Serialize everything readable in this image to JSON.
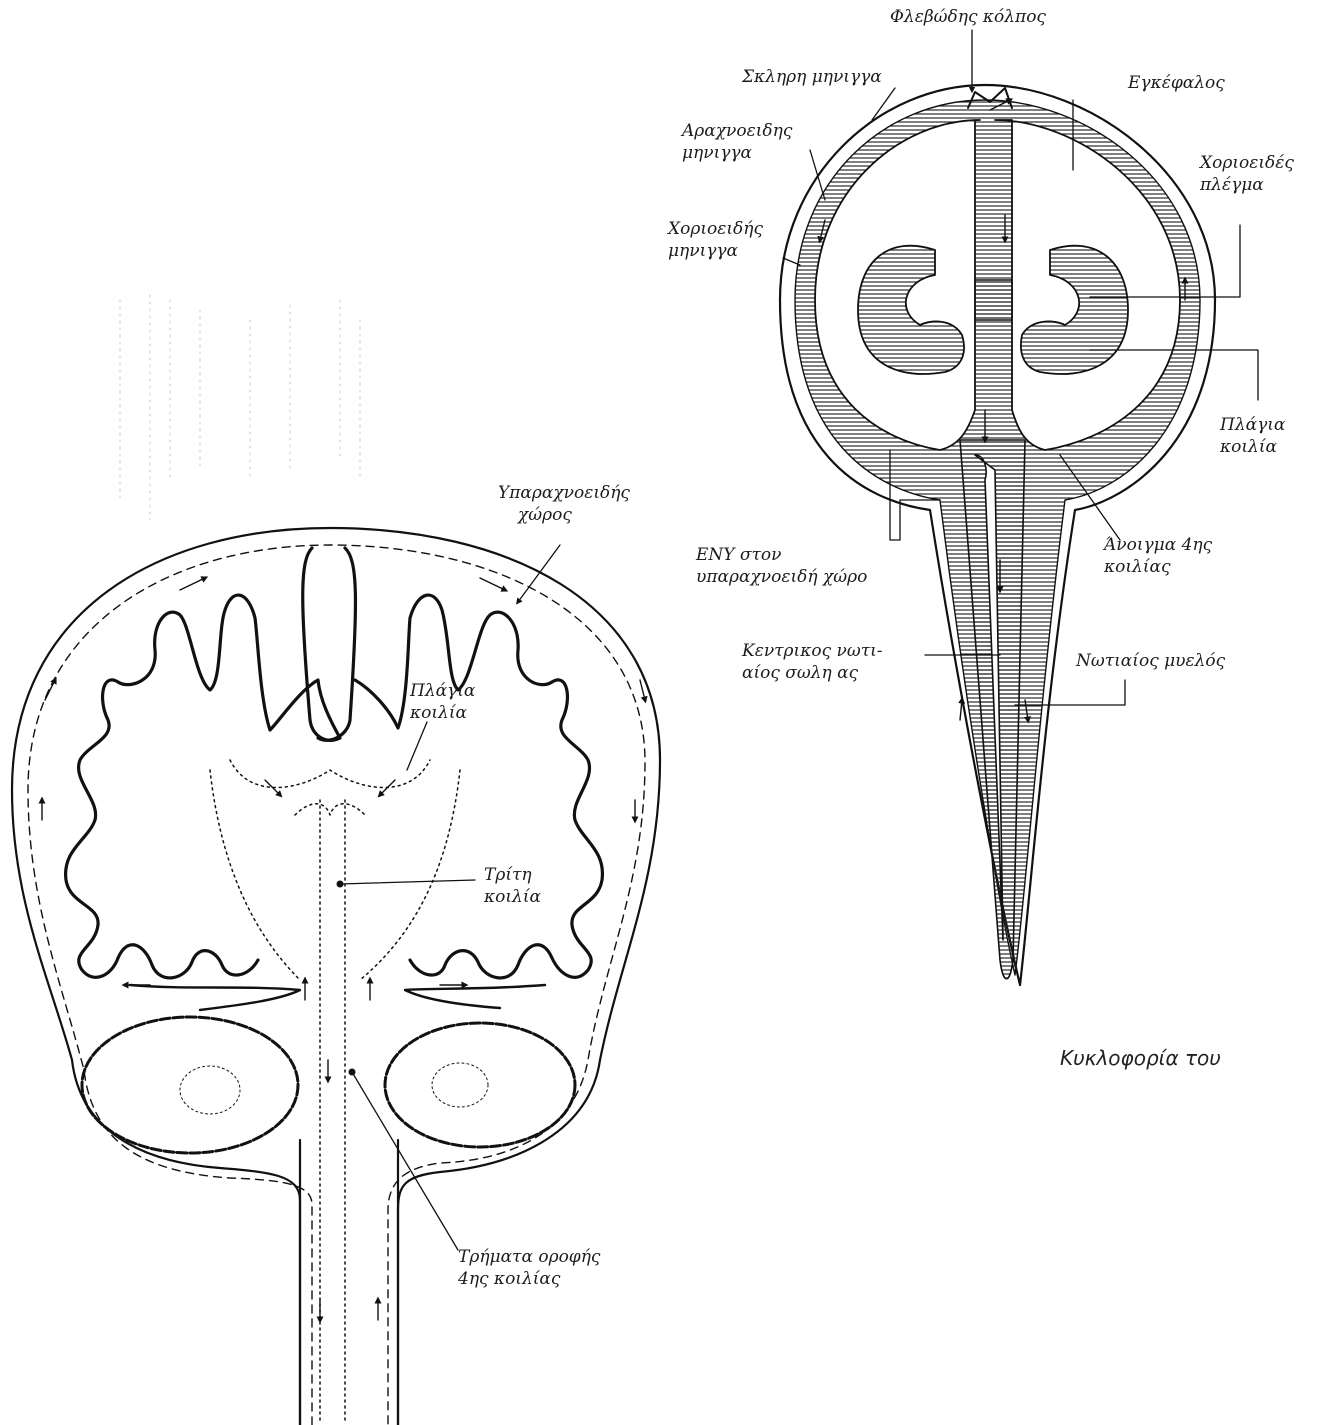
{
  "right_diagram": {
    "venous_sinus": "Φλεβώδης κόλπος",
    "dura_mater": "Σκληρη μηνιγγα",
    "brain": "Εγκέφαλος",
    "arachnoid": [
      "Αραχνοειδης",
      "μηνιγγα"
    ],
    "choroid_plexus": [
      "Χοριοειδές",
      "πλέγμα"
    ],
    "pia_mater": [
      "Χοριοειδής",
      "μηνιγγα"
    ],
    "lateral_ventricle": [
      "Πλάγια",
      "κοιλία"
    ],
    "csf_in_space": [
      "ΕΝΥ στον",
      "υπαραχνοειδή χώρο"
    ],
    "fourth_ventricle_opening": [
      "Άνοιγμα 4ης",
      "κοιλίας"
    ],
    "central_canal": [
      "Κεντρικος νωτι-",
      "αίος σωλη ας"
    ],
    "spinal_cord": "Νωτιαίος μυελός",
    "caption": "Κυκλοφορία του"
  },
  "left_diagram": {
    "subarachnoid_space": [
      "Υπαραχνοειδής",
      "χώρος"
    ],
    "lateral_ventricle": [
      "Πλάγια",
      "κοιλία"
    ],
    "third_ventricle": [
      "Τρίτη",
      "κοιλία"
    ],
    "roof_openings": [
      "Τρήματα οροφής",
      "4ης κοιλίας"
    ]
  }
}
